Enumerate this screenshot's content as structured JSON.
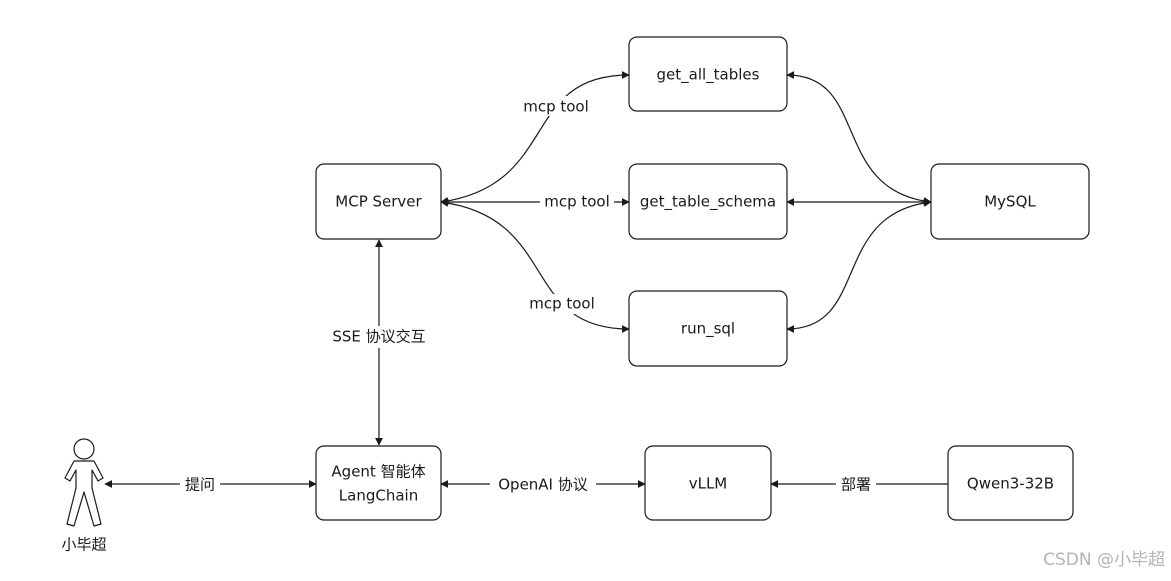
{
  "nodes": {
    "mcp_server": "MCP Server",
    "get_all_tables": "get_all_tables",
    "get_table_schema": "get_table_schema",
    "run_sql": "run_sql",
    "mysql": "MySQL",
    "agent_line1": "Agent 智能体",
    "agent_line2": "LangChain",
    "vllm": "vLLM",
    "qwen": "Qwen3-32B",
    "user": "小毕超"
  },
  "edges": {
    "mcp_tool_top": "mcp tool",
    "mcp_tool_mid": "mcp tool",
    "mcp_tool_bottom": "mcp tool",
    "sse": "SSE 协议交互",
    "ask": "提问",
    "openai": "OpenAI 协议",
    "deploy": "部署"
  },
  "watermark": "CSDN @小毕超",
  "colors": {
    "stroke": "#1a1a1a",
    "watermark": "#b4b4b4",
    "background": "#ffffff"
  }
}
